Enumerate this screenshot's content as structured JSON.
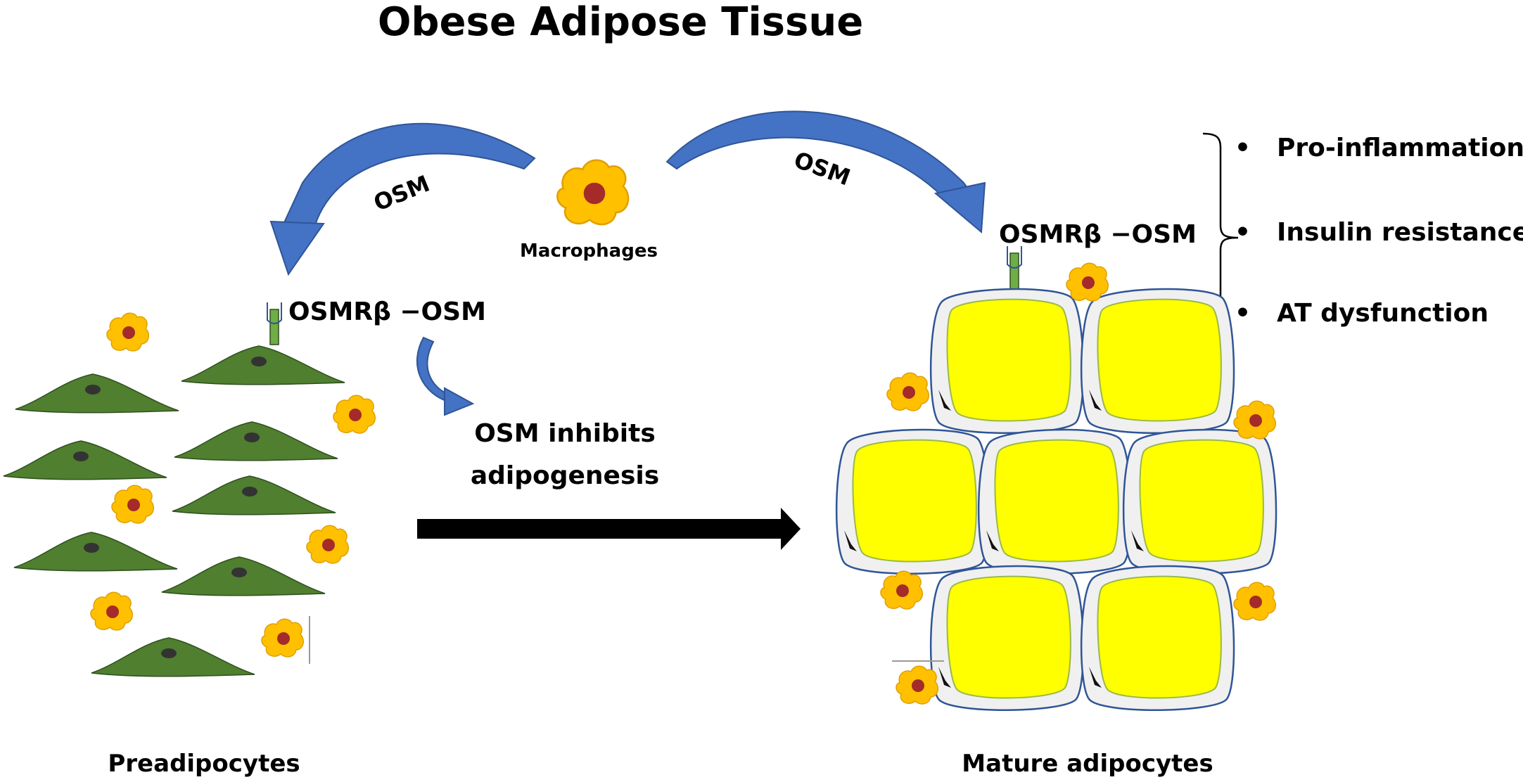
{
  "title": "Obese Adipose Tissue",
  "macrophage_center": {
    "label": "Macrophages"
  },
  "arrows": {
    "left_label": "OSM",
    "right_label": "OSM"
  },
  "preadipocyte_side": {
    "receptor_label": "OSMRβ −OSM",
    "inhibition_text_line1": "OSM inhibits",
    "inhibition_text_line2": "adipogenesis",
    "caption": "Preadipocytes"
  },
  "mature_side": {
    "receptor_label": "OSMRβ −OSM",
    "caption": "Mature adipocytes",
    "effects": [
      "Pro-inflammation",
      "Insulin resistance",
      "AT dysfunction"
    ]
  },
  "colors": {
    "arrow_blue": "#4472c4",
    "preadipocyte_green": "#4f7f2f",
    "macrophage_orange": "#ffc000",
    "macrophage_nucleus": "#a52a2a",
    "adipocyte_yellow": "#ffff00",
    "adipocyte_outline": "#2f5597",
    "receptor_green": "#70ad47"
  }
}
